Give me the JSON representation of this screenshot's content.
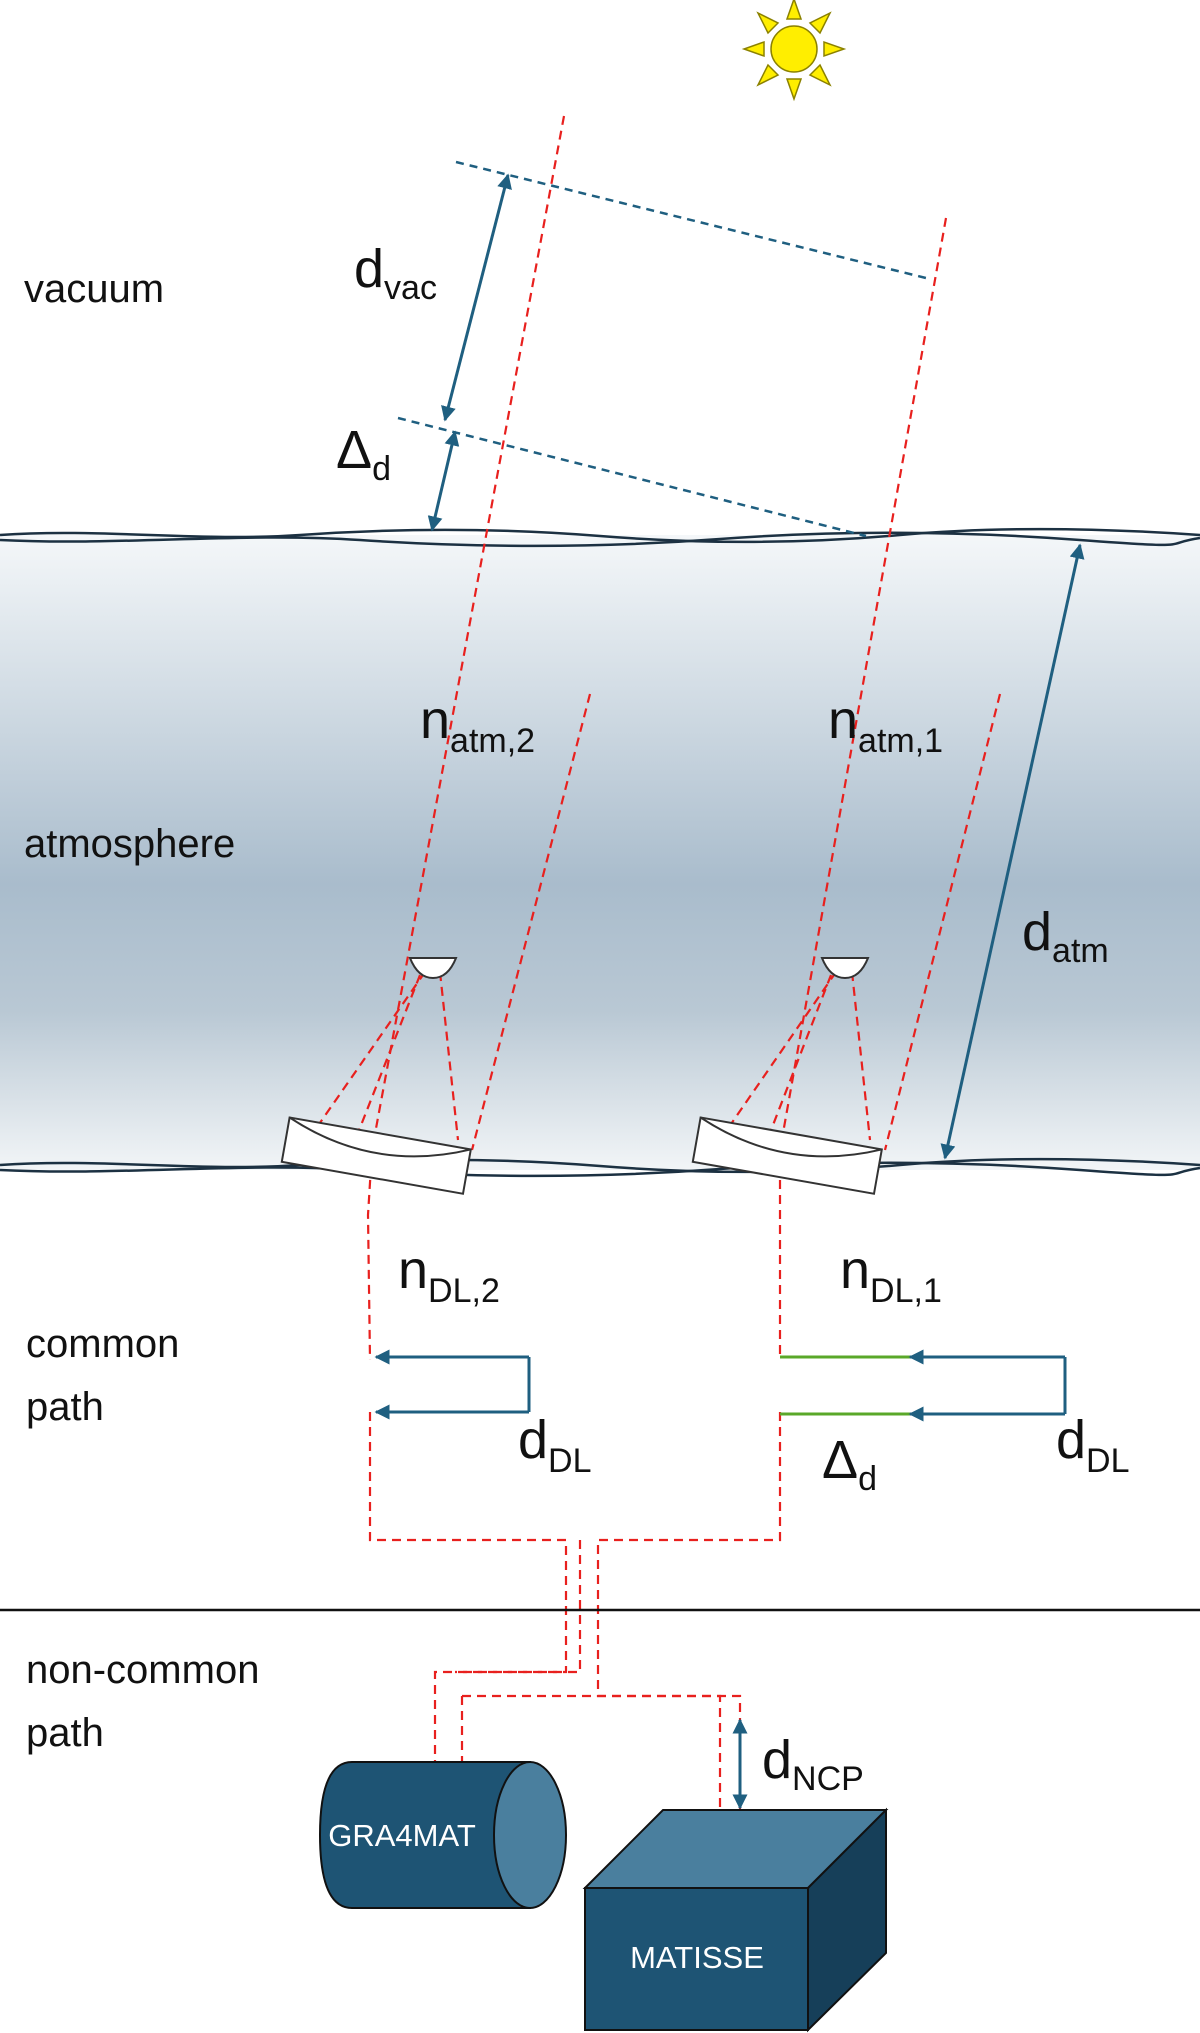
{
  "regions": {
    "vacuum": "vacuum",
    "atmosphere": "atmosphere",
    "common_path_line1": "common",
    "common_path_line2": "path",
    "non_common_path_line1": "non-common",
    "non_common_path_line2": "path"
  },
  "symbols": {
    "d_vac": {
      "main": "d",
      "sub": "vac"
    },
    "delta_d_top": {
      "main": "Δ",
      "sub": "d"
    },
    "n_atm_2": {
      "main": "n",
      "sub": "atm,2"
    },
    "n_atm_1": {
      "main": "n",
      "sub": "atm,1"
    },
    "d_atm": {
      "main": "d",
      "sub": "atm"
    },
    "n_dl_2": {
      "main": "n",
      "sub": "DL,2"
    },
    "n_dl_1": {
      "main": "n",
      "sub": "DL,1"
    },
    "d_dl_left": {
      "main": "d",
      "sub": "DL"
    },
    "d_dl_right": {
      "main": "d",
      "sub": "DL"
    },
    "delta_d_bottom": {
      "main": "Δ",
      "sub": "d"
    },
    "d_ncp": {
      "main": "d",
      "sub": "NCP"
    }
  },
  "instruments": {
    "gra4mat": "GRA4MAT",
    "matisse": "MATISSE"
  },
  "colors": {
    "beam": "#e8201e",
    "arrow": "#1f5f80",
    "dl_green": "#5aa829",
    "instrument_dark": "#1e5474",
    "instrument_top": "#4a7f9e",
    "instrument_side": "#163f59",
    "atmosphere_mid": "#a9bccc",
    "sun": "#ffee00"
  },
  "icons": [
    "sun-icon",
    "telescope-mirror-icon"
  ]
}
